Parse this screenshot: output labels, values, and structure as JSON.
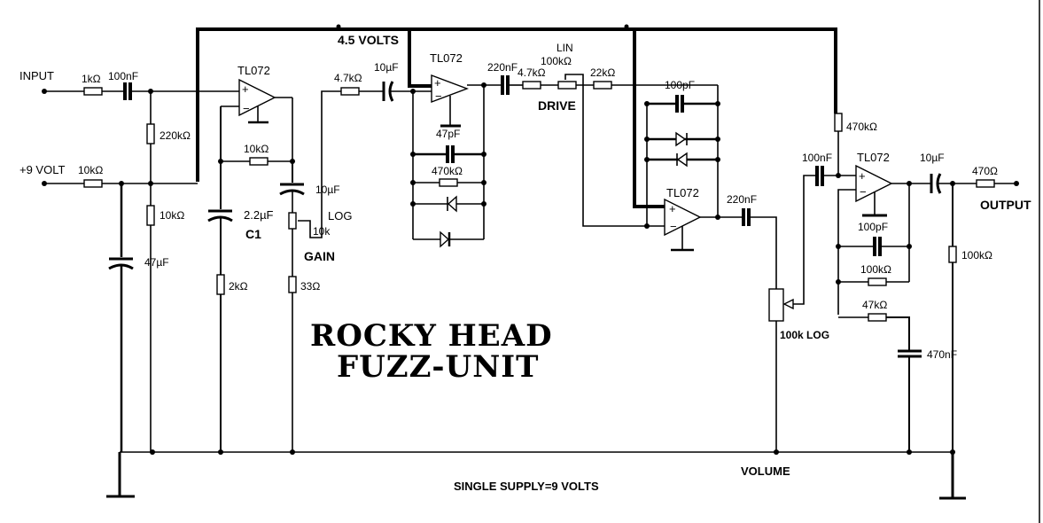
{
  "title": {
    "line1": "ROCKY HEAD",
    "line2": "FUZZ-UNIT"
  },
  "labels": {
    "input": "INPUT",
    "plus9": "+9 VOLT",
    "bias": "4.5 VOLTS",
    "gain": "GAIN",
    "drive": "DRIVE",
    "volume": "VOLUME",
    "output": "OUTPUT",
    "supply": "SINGLE SUPPLY=9 VOLTS",
    "c1": "C1",
    "lin": "LIN",
    "log": "LOG",
    "vol_pot": "100k LOG",
    "gain_pot": "10k"
  },
  "opamps": [
    "TL072",
    "TL072",
    "TL072",
    "TL072"
  ],
  "components": {
    "r_in": "1kΩ",
    "c_in": "100nF",
    "r_bias": "220kΩ",
    "r_9v": "10kΩ",
    "r_div": "10kΩ",
    "c_47": "47µF",
    "r_fb1": "10kΩ",
    "c1": "2.2µF",
    "r_2k": "2kΩ",
    "c_10u_gain": "10µF",
    "r_33": "33Ω",
    "r_47k_a": "4.7kΩ",
    "c_10u_b": "10µF",
    "c_47p": "47pF",
    "r_470k_a": "470kΩ",
    "c_220n_a": "220nF",
    "r_47k_b": "4.7kΩ",
    "pot_drive": "100kΩ",
    "r_22k": "22kΩ",
    "c_100p_a": "100pF",
    "c_220n_b": "220nF",
    "r_470k_b": "470kΩ",
    "c_100n_b": "100nF",
    "c_10u_out": "10µF",
    "r_470": "470Ω",
    "c_100p_b": "100pF",
    "r_100k_fb": "100kΩ",
    "r_47k": "47kΩ",
    "c_470n": "470nF",
    "r_100k_out": "100kΩ"
  }
}
